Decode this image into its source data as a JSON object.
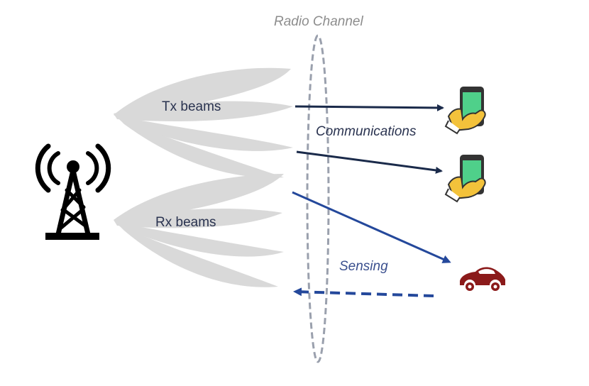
{
  "labels": {
    "radio_channel": "Radio Channel",
    "tx_beams": "Tx beams",
    "rx_beams": "Rx beams",
    "communications": "Communications",
    "sensing": "Sensing"
  },
  "icons": {
    "base_station": "cell-tower-icon",
    "user_1": "smartphone-hand-icon",
    "user_2": "smartphone-hand-icon",
    "target": "car-icon"
  },
  "colors": {
    "beam_fill": "#d9d9d9",
    "comm_arrow": "#1a2a4a",
    "sense_arrow": "#24489b",
    "channel_outline": "#9aa0ad",
    "phone_screen": "#4fd08a",
    "hand": "#f3c23b",
    "car": "#8b1a1a",
    "tower": "#000000"
  }
}
